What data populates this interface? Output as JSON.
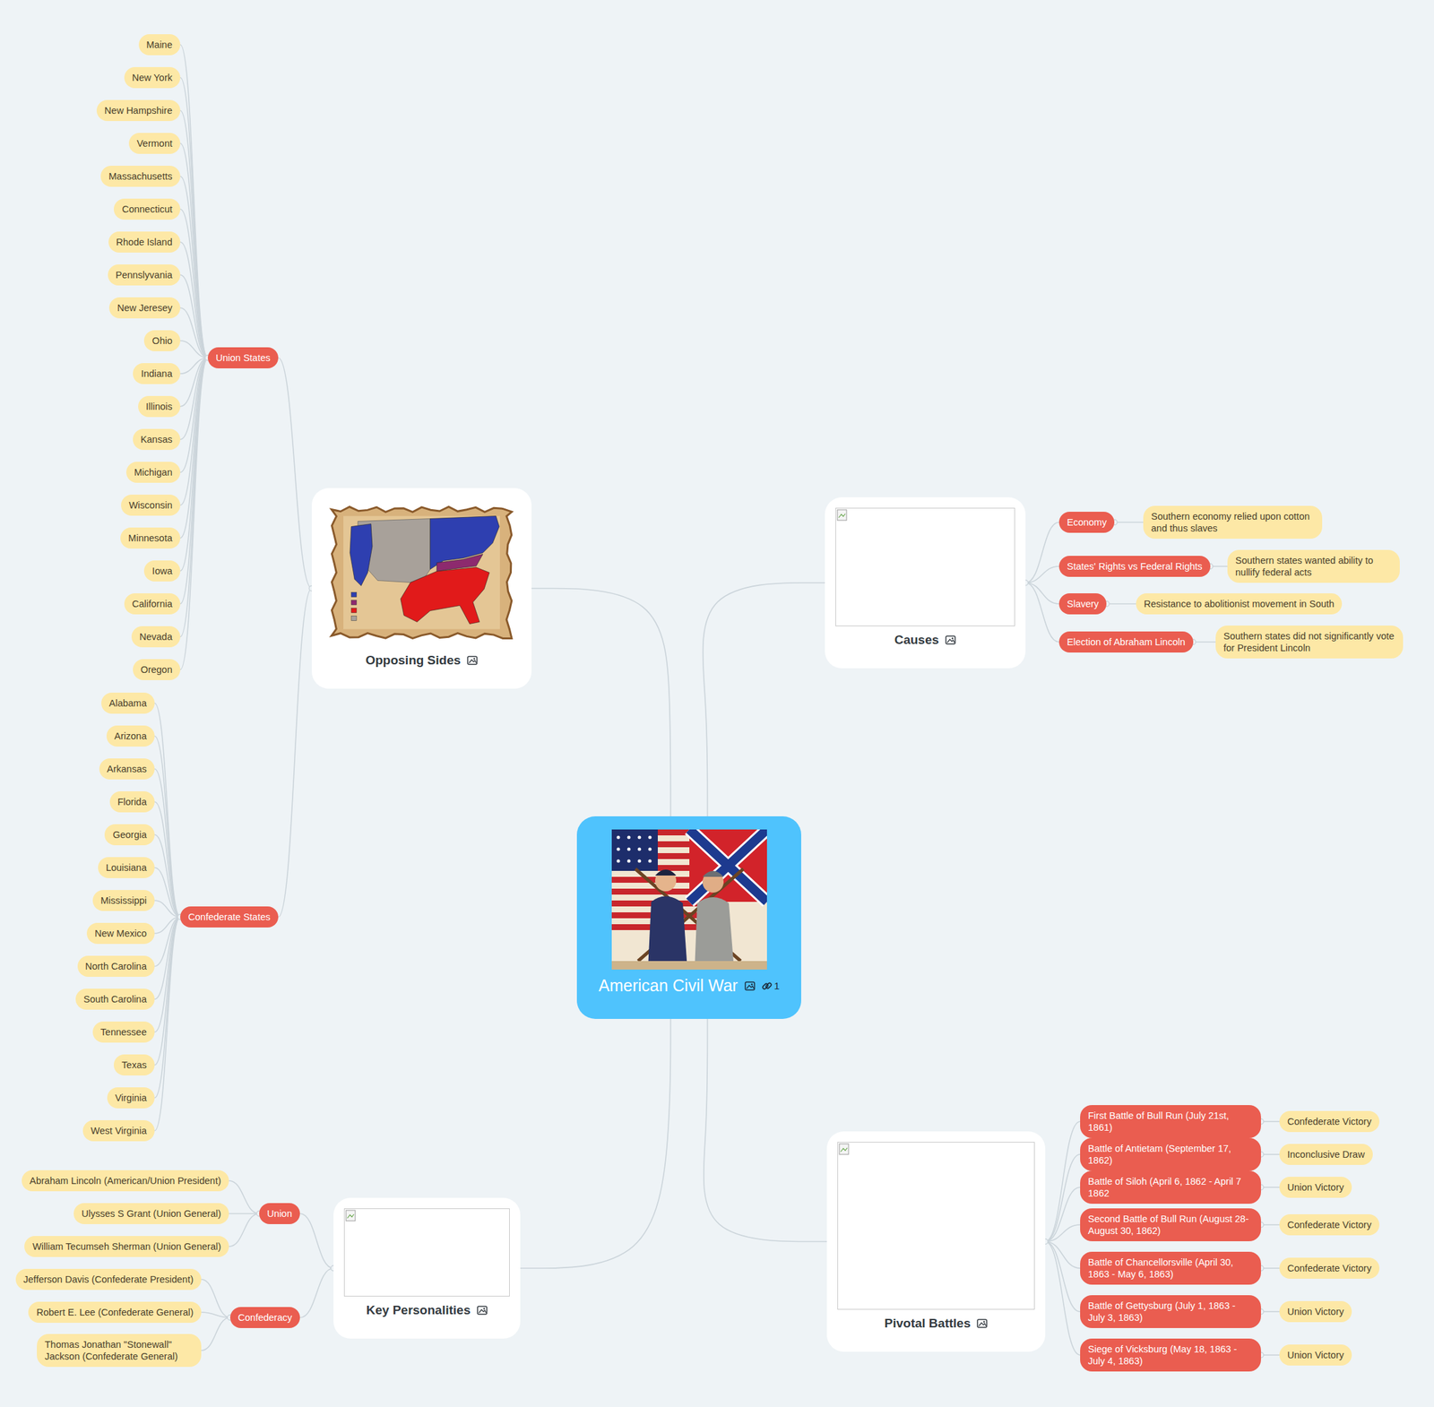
{
  "diagram": {
    "nodes": [
      {
        "text": [
          "American Civil War",
          "1"
        ]
      },
      {
        "text": [
          "Opposing Sides"
        ]
      },
      {
        "text": [
          "Union States"
        ]
      },
      {
        "text": [
          "Maine"
        ]
      },
      {
        "text": [
          "New York"
        ]
      },
      {
        "text": [
          "New Hampshire"
        ]
      },
      {
        "text": [
          "Vermont"
        ]
      },
      {
        "text": [
          "Massachusetts"
        ]
      },
      {
        "text": [
          "Connecticut"
        ]
      },
      {
        "text": [
          "Rhode Island"
        ]
      },
      {
        "text": [
          "Pennslyvania"
        ]
      },
      {
        "text": [
          "New Jeresey"
        ]
      },
      {
        "text": [
          "Ohio"
        ]
      },
      {
        "text": [
          "Indiana"
        ]
      },
      {
        "text": [
          "Illinois"
        ]
      },
      {
        "text": [
          "Kansas"
        ]
      },
      {
        "text": [
          "Michigan"
        ]
      },
      {
        "text": [
          "Wisconsin"
        ]
      },
      {
        "text": [
          "Minnesota"
        ]
      },
      {
        "text": [
          "Iowa"
        ]
      },
      {
        "text": [
          "California"
        ]
      },
      {
        "text": [
          "Nevada"
        ]
      },
      {
        "text": [
          "Oregon"
        ]
      },
      {
        "text": [
          "Confederate States"
        ]
      },
      {
        "text": [
          "Alabama"
        ]
      },
      {
        "text": [
          "Arizona"
        ]
      },
      {
        "text": [
          "Arkansas"
        ]
      },
      {
        "text": [
          "Florida"
        ]
      },
      {
        "text": [
          "Georgia"
        ]
      },
      {
        "text": [
          "Louisiana"
        ]
      },
      {
        "text": [
          "Mississippi"
        ]
      },
      {
        "text": [
          "New Mexico"
        ]
      },
      {
        "text": [
          "North Carolina"
        ]
      },
      {
        "text": [
          "South Carolina"
        ]
      },
      {
        "text": [
          "Tennessee"
        ]
      },
      {
        "text": [
          "Texas"
        ]
      },
      {
        "text": [
          "Virginia"
        ]
      },
      {
        "text": [
          "West Virginia"
        ]
      },
      {
        "text": [
          "Causes"
        ]
      },
      {
        "text": [
          "Economy"
        ]
      },
      {
        "text": [
          "Southern economy relied upon cotton and thus slaves"
        ]
      },
      {
        "text": [
          "States' Rights vs Federal Rights"
        ]
      },
      {
        "text": [
          "Southern states wanted ability to nullify federal acts"
        ]
      },
      {
        "text": [
          "Slavery"
        ]
      },
      {
        "text": [
          "Resistance to abolitionist movement in South"
        ]
      },
      {
        "text": [
          "Election of Abraham Lincoln"
        ]
      },
      {
        "text": [
          "Southern states did not significantly vote for President Lincoln"
        ]
      },
      {
        "text": [
          "Key Personalities"
        ]
      },
      {
        "text": [
          "Union"
        ]
      },
      {
        "text": [
          "Abraham Lincoln (American/Union President)"
        ]
      },
      {
        "text": [
          "Ulysses S Grant (Union General)"
        ]
      },
      {
        "text": [
          "William Tecumseh Sherman (Union General)"
        ]
      },
      {
        "text": [
          "Confederacy"
        ]
      },
      {
        "text": [
          "Jefferson Davis (Confederate President)"
        ]
      },
      {
        "text": [
          "Robert E. Lee (Confederate General)"
        ]
      },
      {
        "text": [
          "Thomas Jonathan \"Stonewall\" Jackson (Confederate General)"
        ]
      },
      {
        "text": [
          "Pivotal Battles"
        ]
      },
      {
        "text": [
          "First Battle of Bull Run (July 21st, 1861)"
        ]
      },
      {
        "text": [
          "Confederate Victory"
        ]
      },
      {
        "text": [
          "Battle of Antietam (September 17, 1862)"
        ]
      },
      {
        "text": [
          "Inconclusive Draw"
        ]
      },
      {
        "text": [
          "Battle of Siloh (April 6, 1862 - April 7 1862"
        ]
      },
      {
        "text": [
          "Union Victory"
        ]
      },
      {
        "text": [
          "Second Battle of Bull Run (August 28-August 30, 1862)"
        ]
      },
      {
        "text": [
          "Confederate Victory"
        ]
      },
      {
        "text": [
          "Battle of Chancellorsville (April 30, 1863 - May 6, 1863)"
        ]
      },
      {
        "text": [
          "Confederate Victory"
        ]
      },
      {
        "text": [
          "Battle of Gettysburg (July 1, 1863 - July 3, 1863)"
        ]
      },
      {
        "text": [
          "Union Victory"
        ]
      },
      {
        "text": [
          "Siege of Vicksburg (May 18, 1863 - July 4, 1863)"
        ]
      },
      {
        "text": [
          "Union Victory"
        ]
      }
    ],
    "edges": [
      {
        "from": 0,
        "to": 1,
        "arrow": "none"
      },
      {
        "from": 0,
        "to": 38,
        "arrow": "none"
      },
      {
        "from": 0,
        "to": 47,
        "arrow": "none"
      },
      {
        "from": 0,
        "to": 56,
        "arrow": "none"
      },
      {
        "from": 1,
        "to": 2,
        "arrow": "none"
      },
      {
        "from": 2,
        "to": 3,
        "arrow": "none"
      },
      {
        "from": 2,
        "to": 4,
        "arrow": "none"
      },
      {
        "from": 2,
        "to": 5,
        "arrow": "none"
      },
      {
        "from": 2,
        "to": 6,
        "arrow": "none"
      },
      {
        "from": 2,
        "to": 7,
        "arrow": "none"
      },
      {
        "from": 2,
        "to": 8,
        "arrow": "none"
      },
      {
        "from": 2,
        "to": 9,
        "arrow": "none"
      },
      {
        "from": 2,
        "to": 10,
        "arrow": "none"
      },
      {
        "from": 2,
        "to": 11,
        "arrow": "none"
      },
      {
        "from": 2,
        "to": 12,
        "arrow": "none"
      },
      {
        "from": 2,
        "to": 13,
        "arrow": "none"
      },
      {
        "from": 2,
        "to": 14,
        "arrow": "none"
      },
      {
        "from": 2,
        "to": 15,
        "arrow": "none"
      },
      {
        "from": 2,
        "to": 16,
        "arrow": "none"
      },
      {
        "from": 2,
        "to": 17,
        "arrow": "none"
      },
      {
        "from": 2,
        "to": 18,
        "arrow": "none"
      },
      {
        "from": 2,
        "to": 19,
        "arrow": "none"
      },
      {
        "from": 2,
        "to": 20,
        "arrow": "none"
      },
      {
        "from": 2,
        "to": 21,
        "arrow": "none"
      },
      {
        "from": 2,
        "to": 22,
        "arrow": "none"
      },
      {
        "from": 1,
        "to": 23,
        "arrow": "none"
      },
      {
        "from": 23,
        "to": 24,
        "arrow": "none"
      },
      {
        "from": 23,
        "to": 25,
        "arrow": "none"
      },
      {
        "from": 23,
        "to": 26,
        "arrow": "none"
      },
      {
        "from": 23,
        "to": 27,
        "arrow": "none"
      },
      {
        "from": 23,
        "to": 28,
        "arrow": "none"
      },
      {
        "from": 23,
        "to": 29,
        "arrow": "none"
      },
      {
        "from": 23,
        "to": 30,
        "arrow": "none"
      },
      {
        "from": 23,
        "to": 31,
        "arrow": "none"
      },
      {
        "from": 23,
        "to": 32,
        "arrow": "none"
      },
      {
        "from": 23,
        "to": 33,
        "arrow": "none"
      },
      {
        "from": 23,
        "to": 34,
        "arrow": "none"
      },
      {
        "from": 23,
        "to": 35,
        "arrow": "none"
      },
      {
        "from": 23,
        "to": 36,
        "arrow": "none"
      },
      {
        "from": 23,
        "to": 37,
        "arrow": "none"
      },
      {
        "from": 38,
        "to": 39,
        "arrow": "none"
      },
      {
        "from": 39,
        "to": 40,
        "arrow": "none"
      },
      {
        "from": 38,
        "to": 41,
        "arrow": "none"
      },
      {
        "from": 41,
        "to": 42,
        "arrow": "none"
      },
      {
        "from": 38,
        "to": 43,
        "arrow": "none"
      },
      {
        "from": 43,
        "to": 44,
        "arrow": "none"
      },
      {
        "from": 38,
        "to": 45,
        "arrow": "none"
      },
      {
        "from": 45,
        "to": 46,
        "arrow": "none"
      },
      {
        "from": 47,
        "to": 48,
        "arrow": "none"
      },
      {
        "from": 48,
        "to": 49,
        "arrow": "none"
      },
      {
        "from": 48,
        "to": 50,
        "arrow": "none"
      },
      {
        "from": 48,
        "to": 51,
        "arrow": "none"
      },
      {
        "from": 47,
        "to": 52,
        "arrow": "none"
      },
      {
        "from": 52,
        "to": 53,
        "arrow": "none"
      },
      {
        "from": 52,
        "to": 54,
        "arrow": "none"
      },
      {
        "from": 52,
        "to": 55,
        "arrow": "none"
      },
      {
        "from": 56,
        "to": 57,
        "arrow": "none"
      },
      {
        "from": 57,
        "to": 58,
        "arrow": "none"
      },
      {
        "from": 56,
        "to": 59,
        "arrow": "none"
      },
      {
        "from": 59,
        "to": 60,
        "arrow": "none"
      },
      {
        "from": 56,
        "to": 61,
        "arrow": "none"
      },
      {
        "from": 61,
        "to": 62,
        "arrow": "none"
      },
      {
        "from": 56,
        "to": 63,
        "arrow": "none"
      },
      {
        "from": 63,
        "to": 64,
        "arrow": "none"
      },
      {
        "from": 56,
        "to": 65,
        "arrow": "none"
      },
      {
        "from": 65,
        "to": 66,
        "arrow": "none"
      },
      {
        "from": 56,
        "to": 67,
        "arrow": "none"
      },
      {
        "from": 67,
        "to": 68,
        "arrow": "none"
      },
      {
        "from": 56,
        "to": 69,
        "arrow": "none"
      },
      {
        "from": 69,
        "to": 70,
        "arrow": "none"
      }
    ]
  }
}
